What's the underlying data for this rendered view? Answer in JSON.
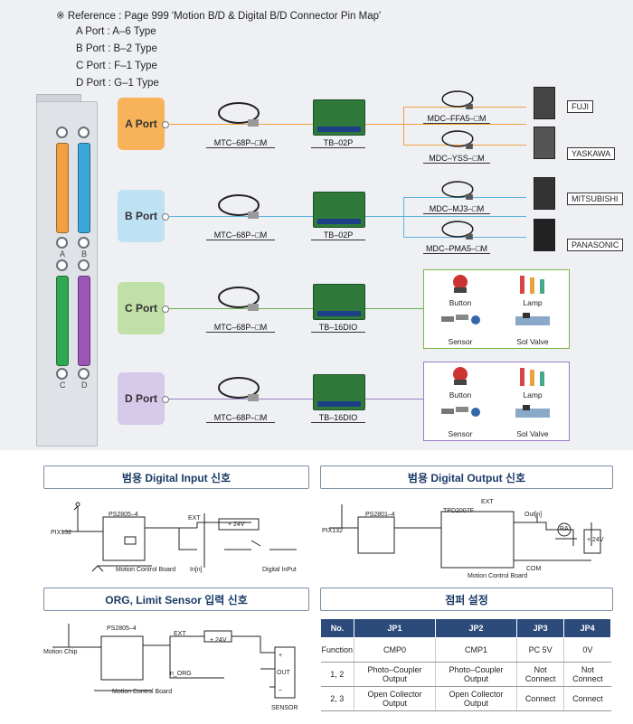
{
  "reference": {
    "note": "※ Reference : Page 999  'Motion B/D & Digital B/D Connector Pin Map'",
    "lines": [
      "A Port : A–6 Type",
      "B Port : B–2 Type",
      "C Port : F–1 Type",
      "D Port : G–1 Type"
    ]
  },
  "bracket": {
    "labels": [
      "A",
      "B",
      "C",
      "D"
    ]
  },
  "ports": [
    {
      "label": "A Port",
      "cable": "MTC–68P–□M",
      "board": "TB–02P"
    },
    {
      "label": "B Port",
      "cable": "MTC–68P–□M",
      "board": "TB–02P"
    },
    {
      "label": "C Port",
      "cable": "MTC–68P–□M",
      "board": "TB–16DIO"
    },
    {
      "label": "D Port",
      "cable": "MTC–68P–□M",
      "board": "TB–16DIO"
    }
  ],
  "drives": [
    {
      "cable": "MDC–FFA5–□M",
      "brand": "FUJI"
    },
    {
      "cable": "MDC–YSS–□M",
      "brand": "YASKAWA"
    },
    {
      "cable": "MDC–MJ3–□M",
      "brand": "MITSUBISHI"
    },
    {
      "cable": "MDC–PMA5–□M",
      "brand": "PANASONIC"
    }
  ],
  "io_items": [
    "Button",
    "Lamp",
    "Sensor",
    "Sol Valve"
  ],
  "colors": {
    "port_a": "#f7b25a",
    "port_b": "#bfe1f4",
    "port_c": "#bfe0a7",
    "port_d": "#d7c9ea",
    "accent": "#2c4a7a"
  },
  "sections": {
    "digital_input": "범용 Digital Input 신호",
    "digital_output": "범용 Digital Output 신호",
    "org_limit": "ORG, Limit Sensor 입력 신호",
    "jumper": "점퍼 설정"
  },
  "circuit_in": {
    "chip": "PS2805–4",
    "pin": "PIX132",
    "ext": "EXT",
    "v": "+ 24V",
    "board": "Motion Control Board",
    "in": "In[n]",
    "di": "Digital InPut"
  },
  "circuit_out": {
    "chip": "PS2801–4",
    "pin": "PIX132",
    "ext": "EXT",
    "drv": "TPD2007F",
    "out": "Out[n]",
    "ra": "RA",
    "v": "+ 24V",
    "board": "Motion Control Board",
    "com": "COM"
  },
  "circuit_org": {
    "chip": "PS2805–4",
    "pin": "Motion Chip",
    "ext": "EXT",
    "v": "+ 24V",
    "board": "Motion Control Board",
    "org": "n_ORG",
    "plus": "+",
    "out": "OUT",
    "minus": "–",
    "sensor": "SENSOR"
  },
  "jumper_table": {
    "headers": [
      "No.",
      "JP1",
      "JP2",
      "JP3",
      "JP4"
    ],
    "rows": [
      [
        "Function",
        "CMP0",
        "CMP1",
        "PC 5V",
        "0V"
      ],
      [
        "1, 2",
        "Photo–Coupler Output",
        "Photo–Coupler Output",
        "Not Connect",
        "Not Connect"
      ],
      [
        "2, 3",
        "Open Collector Output",
        "Open Collector Output",
        "Connect",
        "Connect"
      ]
    ]
  }
}
